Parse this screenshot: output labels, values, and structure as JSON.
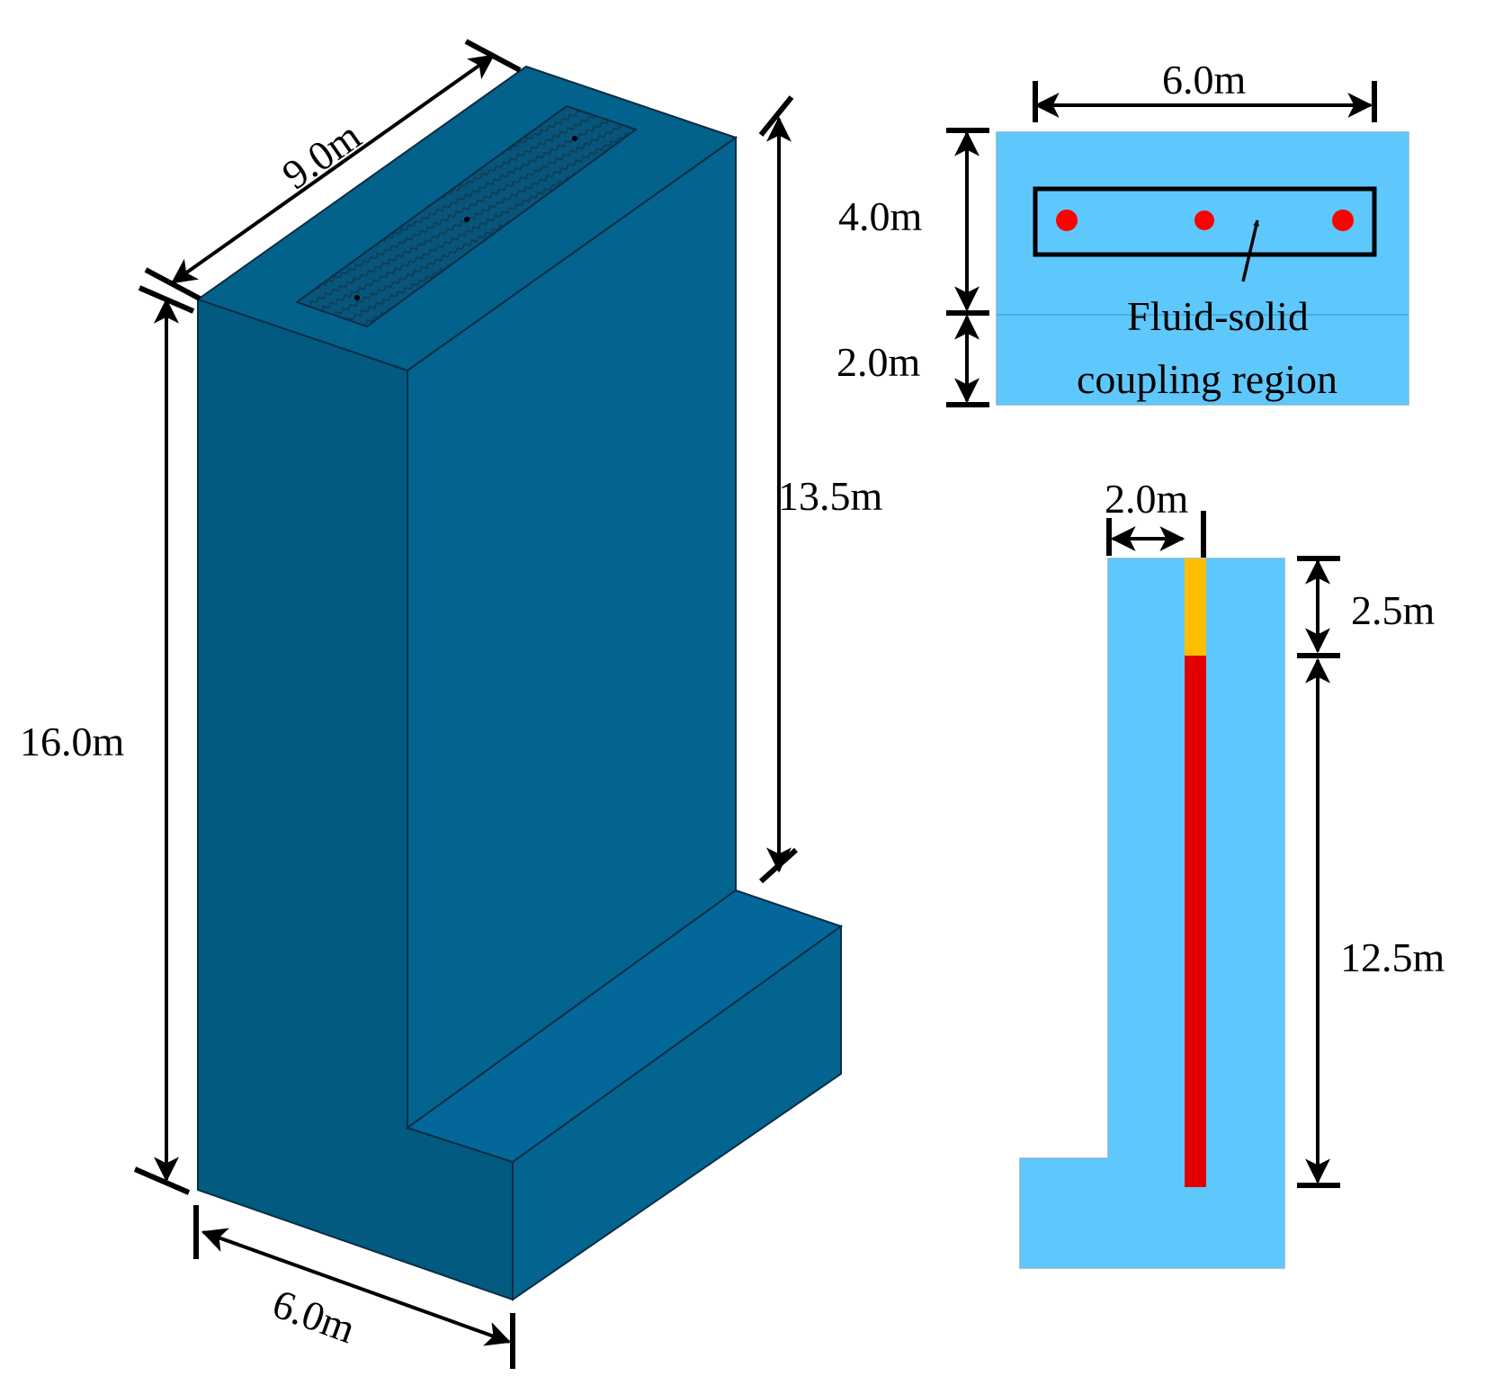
{
  "colors": {
    "dark_face": "#03628c",
    "dark_side": "#025a80",
    "light_fill": "#5ec8fd",
    "red": "#e00000",
    "yellow": "#ffbf00",
    "dot_red": "#ff0000"
  },
  "iso_view": {
    "width_top": "9.0m",
    "height_total": "16.0m",
    "height_wall": "13.5m",
    "base_length": "6.0m"
  },
  "plan_view": {
    "width": "6.0m",
    "height_upper": "4.0m",
    "height_lower": "2.0m",
    "coupling_label_line1": "Fluid-solid",
    "coupling_label_line2": "coupling region"
  },
  "section_view": {
    "width_top": "2.0m",
    "height_yellow": "2.5m",
    "height_red": "12.5m"
  }
}
